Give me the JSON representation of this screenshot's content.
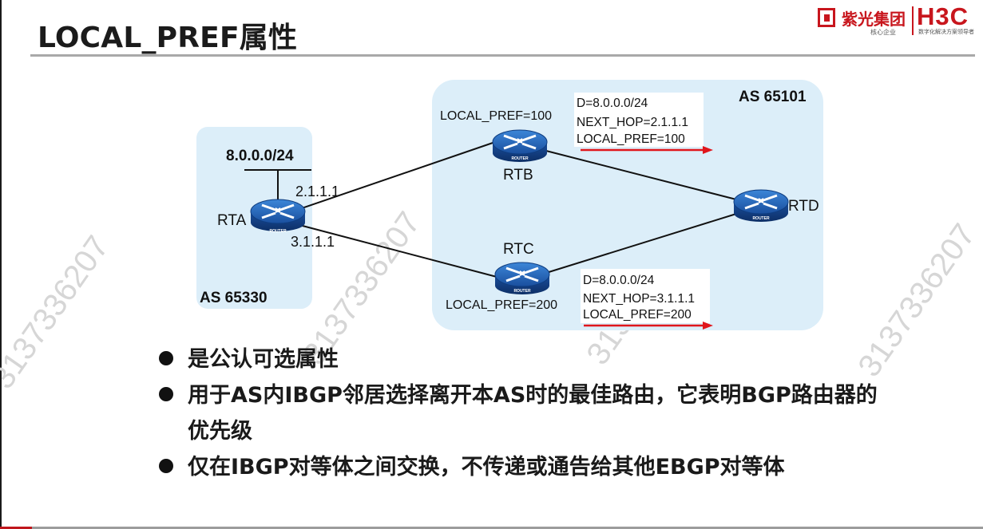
{
  "title": "LOCAL_PREF属性",
  "logo": {
    "brand_cn": "紫光集团",
    "brand_sub_cn": "核心企业",
    "brand_en": "H3C",
    "brand_sub_en": "数字化解决方案领导者"
  },
  "diagram": {
    "as_left": "AS 65330",
    "as_right": "AS 65101",
    "prefix": "8.0.0.0/24",
    "routers": {
      "rta": "RTA",
      "rtb": "RTB",
      "rtc": "RTC",
      "rtd": "RTD",
      "badge": "ROUTER"
    },
    "links": {
      "rta_rtb_ip": "2.1.1.1",
      "rta_rtc_ip": "3.1.1.1"
    },
    "rtb_local_pref": "LOCAL_PREF=100",
    "rtc_local_pref": "LOCAL_PREF=200",
    "update_rtb": {
      "dest": "D=8.0.0.0/24",
      "next_hop": "NEXT_HOP=2.1.1.1",
      "local_pref": "LOCAL_PREF=100"
    },
    "update_rtc": {
      "dest": "D=8.0.0.0/24",
      "next_hop": "NEXT_HOP=3.1.1.1",
      "local_pref": "LOCAL_PREF=200"
    },
    "colors": {
      "as_fill": "#dceef9",
      "router_blue": "#1f5cb0",
      "arrow_red": "#e0161c"
    }
  },
  "bullets": [
    "是公认可选属性",
    "用于AS内IBGP邻居选择离开本AS时的最佳路由，它表明BGP路由器的优先级",
    "仅在IBGP对等体之间交换，不传递或通告给其他EBGP对等体"
  ],
  "watermark": "3137336207"
}
